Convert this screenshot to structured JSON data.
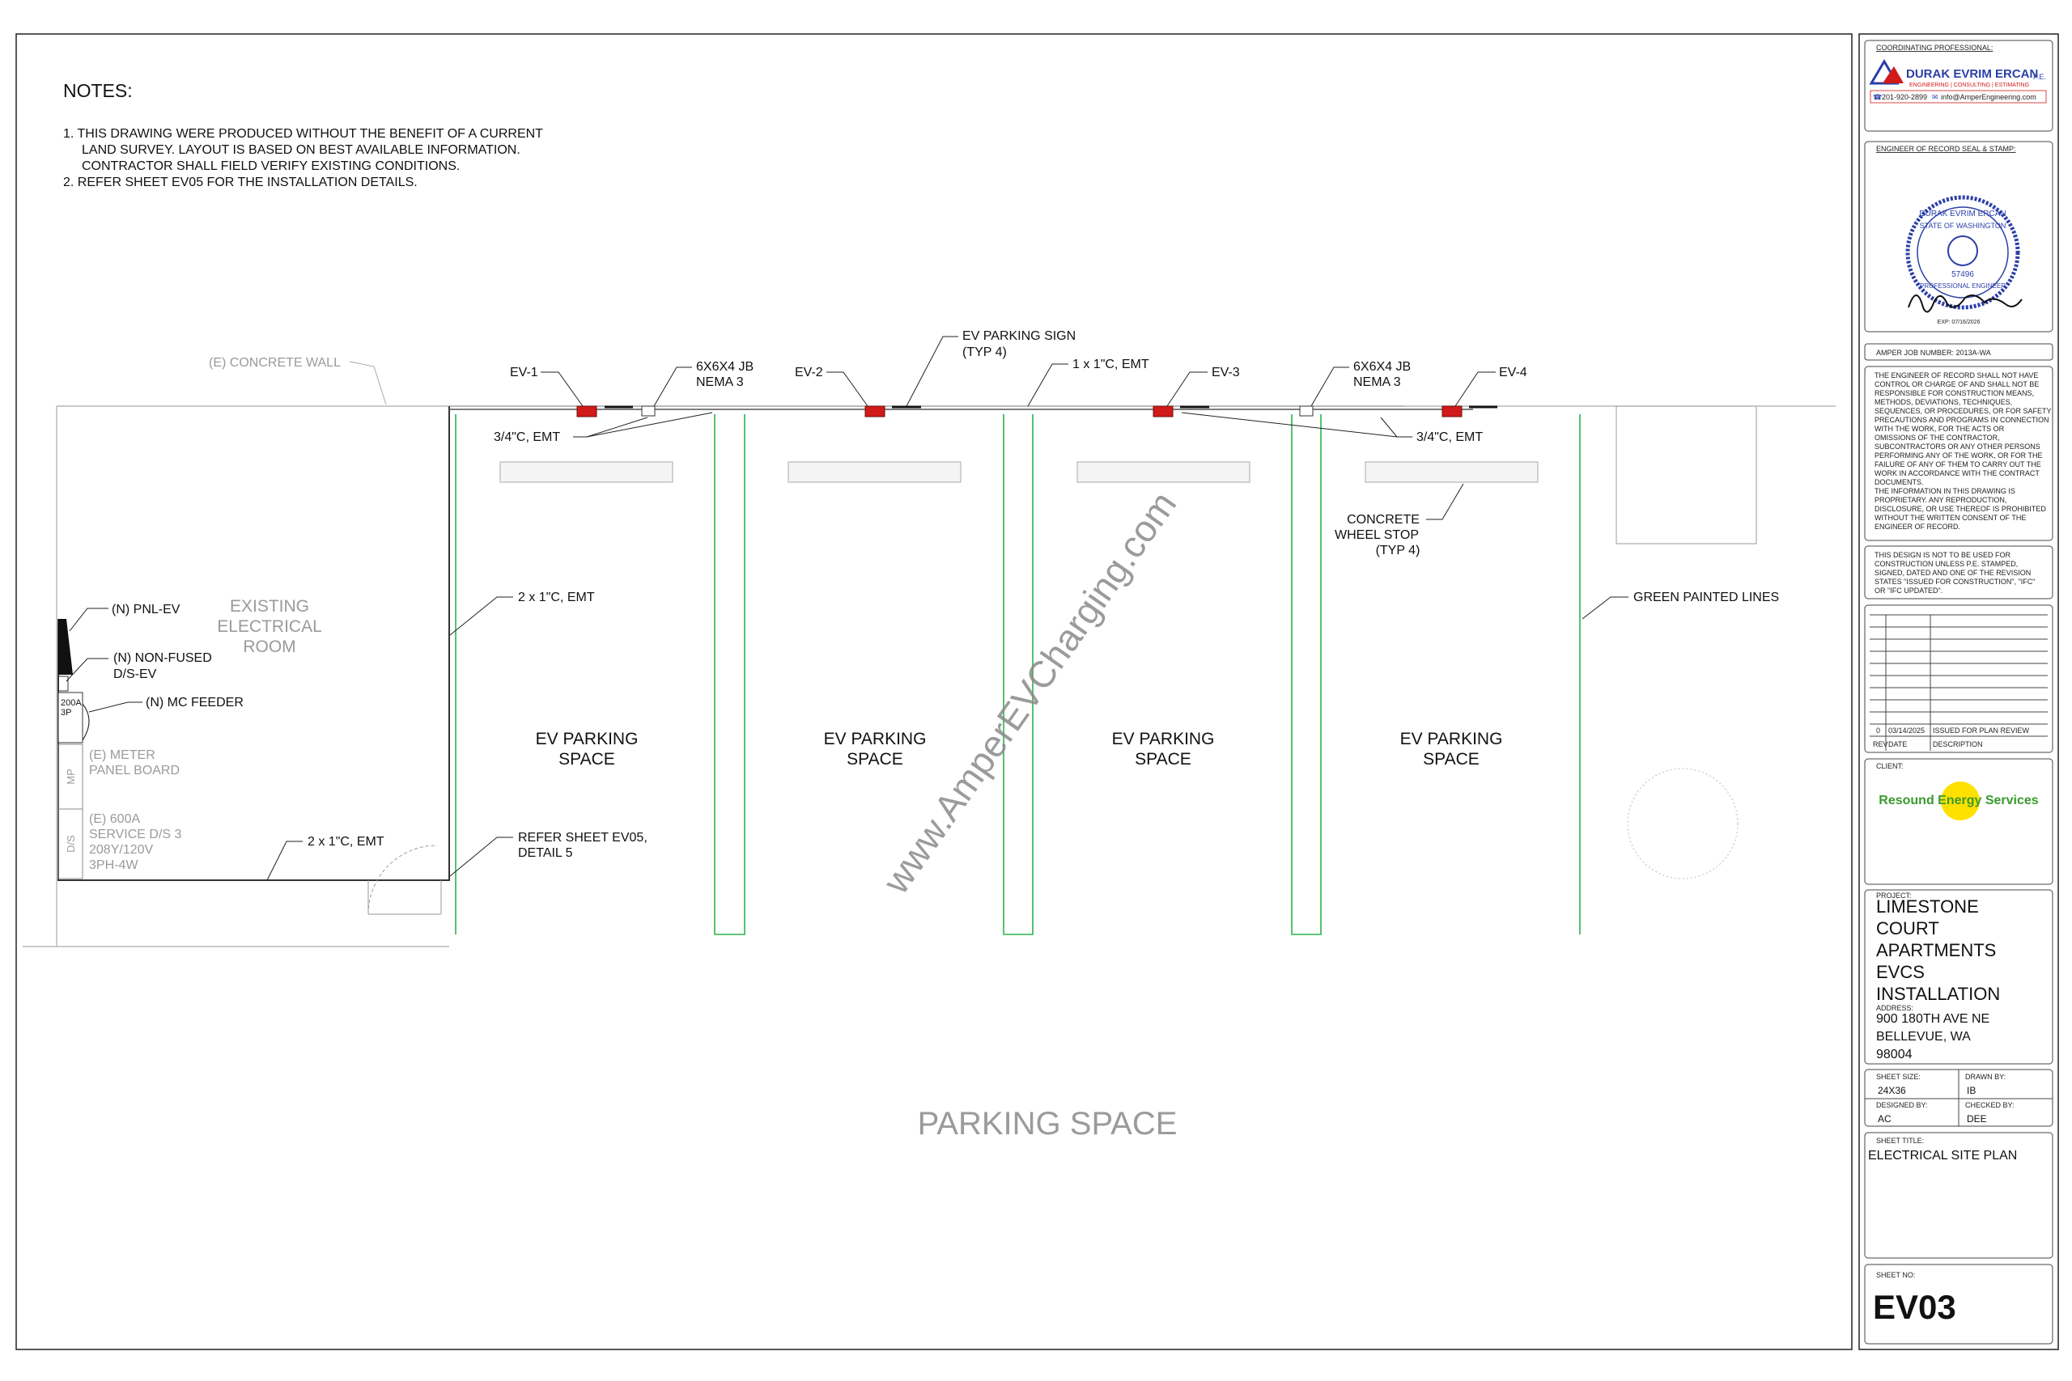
{
  "notes": {
    "title": "NOTES:",
    "lines": [
      "1.  THIS DRAWING WERE PRODUCED WITHOUT THE BENEFIT OF A CURRENT",
      "LAND SURVEY. LAYOUT IS BASED ON BEST AVAILABLE INFORMATION.",
      "CONTRACTOR SHALL FIELD VERIFY EXISTING CONDITIONS.",
      "2.  REFER SHEET EV05 FOR THE INSTALLATION DETAILS."
    ]
  },
  "plan": {
    "concrete_wall": "(E) CONCRETE WALL",
    "chargers": [
      "EV-1",
      "EV-2",
      "EV-3",
      "EV-4"
    ],
    "jb_label": [
      "6X6X4 JB",
      "NEMA 3"
    ],
    "sign_label": [
      "EV PARKING SIGN",
      "(TYP 4)"
    ],
    "emt_1in": "1 x 1\"C, EMT",
    "emt_34": "3/4\"C, EMT",
    "emt_2x1": "2 x 1\"C, EMT",
    "wheel_stop": [
      "CONCRETE",
      "WHEEL STOP",
      "(TYP 4)"
    ],
    "green_lines": "GREEN PAINTED LINES",
    "refer_detail": [
      "REFER SHEET EV05,",
      "DETAIL 5"
    ],
    "elec_room": [
      "EXISTING",
      "ELECTRICAL",
      "ROOM"
    ],
    "pnl_ev": "(N) PNL-EV",
    "non_fused": [
      "(N) NON-FUSED",
      "D/S-EV"
    ],
    "mc_feeder": "(N) MC FEEDER",
    "disc_rating": [
      "200A",
      "3P"
    ],
    "mp_tag": "MP",
    "meter_panel": [
      "(E) METER",
      "PANEL BOARD"
    ],
    "ds_tag": "D/S",
    "service": [
      "(E) 600A",
      "SERVICE D/S 3",
      "208Y/120V",
      "3PH-4W"
    ],
    "ev_space": [
      "EV PARKING",
      "SPACE"
    ],
    "parking_space": "PARKING SPACE",
    "watermark": "www.AmperEVCharging.com"
  },
  "titleblock": {
    "coord_label": "COORDINATING PROFESSIONAL:",
    "firm_name": "DURAK EVRIM ERCAN",
    "firm_pe": "P.E.",
    "firm_tagline": "ENGINEERING | CONSULTING | ESTIMATING",
    "firm_phone": "201-920-2899",
    "firm_email": "info@AmperEngineering.com",
    "seal_label": "ENGINEER OF RECORD SEAL & STAMP:",
    "seal_name": "DURAK EVRIM ERCAN",
    "seal_state": "STATE OF WASHINGTON",
    "seal_number": "57496",
    "seal_bottom": "PROFESSIONAL ENGINEER",
    "seal_expiry": "EXP: 07/16/2026",
    "job_number": "AMPER JOB NUMBER: 2013A-WA",
    "disclaimer": [
      "THE ENGINEER OF RECORD SHALL NOT HAVE",
      "CONTROL OR CHARGE OF AND SHALL NOT BE",
      "RESPONSIBLE FOR CONSTRUCTION MEANS,",
      "METHODS, DEVIATIONS, TECHNIQUES,",
      "SEQUENCES, OR PROCEDURES, OR FOR SAFETY",
      "PRECAUTIONS AND PROGRAMS IN CONNECTION",
      "WITH THE WORK, FOR THE ACTS OR",
      "OMISSIONS OF THE CONTRACTOR,",
      "SUBCONTRACTORS OR ANY OTHER PERSONS",
      "PERFORMING ANY OF THE WORK, OR FOR THE",
      "FAILURE OF ANY OF THEM TO CARRY OUT THE",
      "WORK IN ACCORDANCE WITH THE CONTRACT",
      "DOCUMENTS.",
      "THE INFORMATION IN THIS DRAWING IS",
      "PROPRIETARY. ANY REPRODUCTION,",
      "DISCLOSURE, OR USE THEREOF IS PROHIBITED",
      "WITHOUT THE WRITTEN CONSENT OF THE",
      "ENGINEER OF RECORD."
    ],
    "not_for_construction": [
      "THIS DESIGN IS NOT TO BE USED FOR",
      "CONSTRUCTION UNLESS P.E. STAMPED,",
      "SIGNED, DATED AND ONE OF THE REVISION",
      "STATES \"ISSUED FOR CONSTRUCTION\", \"IFC\"",
      "OR \"IFC UPDATED\"."
    ],
    "revision": {
      "rev": "0",
      "date": "03/14/2025",
      "desc": "ISSUED FOR PLAN REVIEW"
    },
    "rev_headers": [
      "REV",
      "DATE",
      "DESCRIPTION"
    ],
    "client_label": "CLIENT:",
    "client_name": "Resound Energy Services",
    "project_label": "PROJECT:",
    "project_lines": [
      "LIMESTONE",
      "COURT",
      "APARTMENTS",
      "EVCS",
      "INSTALLATION"
    ],
    "address_label": "ADDRESS:",
    "address_lines": [
      "900 180TH AVE NE",
      "BELLEVUE, WA",
      "98004"
    ],
    "sheet_size_label": "SHEET SIZE:",
    "sheet_size": "24X36",
    "drawn_by_label": "DRAWN BY:",
    "drawn_by": "IB",
    "designed_by_label": "DESIGNED BY:",
    "designed_by": "AC",
    "checked_by_label": "CHECKED BY:",
    "checked_by": "DEE",
    "sheet_title_label": "SHEET TITLE:",
    "sheet_title": "ELECTRICAL SITE PLAN",
    "sheet_no_label": "SHEET NO:",
    "sheet_no": "EV03"
  },
  "colors": {
    "green_lines": "#2db34a",
    "charger_red": "#d11a1a",
    "gray_text": "#9a9a9a",
    "seal_blue": "#2b3fa8",
    "watermark": "#8a8a8a"
  }
}
